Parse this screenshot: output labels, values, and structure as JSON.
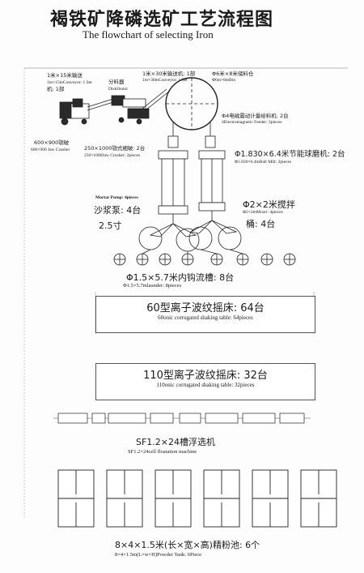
{
  "title": {
    "zh": "褐铁矿降磷选矿工艺流程图",
    "en": "The  flowchart of selecting Iron"
  },
  "conveyor15": {
    "zh1": "1米×15米输送",
    "en": "1m×15mConveyor: 1 Set",
    "zh2": "机: 1部"
  },
  "distributor": {
    "zh": "分料器",
    "en": "Distributor"
  },
  "conveyor30": {
    "zh": "1米×30米输送机: 1部",
    "en": "1m×30mConveyor: 1 Set"
  },
  "bin": {
    "zh": "Φ6米×8米储料仓",
    "en": "Φ6m×8mBin"
  },
  "feeder": {
    "zh": "Φ4电磁震动计量给料机: 2台",
    "en": "4Electromagnetic Feeder: 2pieces"
  },
  "jaw_crusher": {
    "zh": "600×900颚破",
    "en": "600×900 Jaw Crusher"
  },
  "fine_jaw": {
    "zh": "250×1000颚式细破: 2台",
    "en": "250×1000Jaw Crusher: 2pieces"
  },
  "ball_mill": {
    "zh": "Φ1.830×6.4米节能球磨机: 2台",
    "en": "Φ1.830×6.4mBall Mill: 2pieces"
  },
  "mortar_pump": {
    "en": "Mortar Pump: 4pieces",
    "zh1": "沙浆泵: 4台",
    "zh2": "2.5寸"
  },
  "mixer": {
    "zh1": "Φ2×2米搅拌",
    "en": "Φ2×2mMixer: 4pieces",
    "zh2": "桶: 4台"
  },
  "launder": {
    "zh": "Φ1.5×5.7米内钩流槽: 8台",
    "en": "Φ1.5×5.7mlaunder: 8pieces"
  },
  "table60": {
    "zh": "60型离子波纹摇床: 64台",
    "en": "60onic corrugated shaking table: 64pieces"
  },
  "table110": {
    "zh": "110型离子波纹摇床: 32台",
    "en": "110onic corrugated shaking table: 32pieces"
  },
  "flotation": {
    "zh": "SF1.2×24槽浮选机",
    "en": "SF1.2×24cell floatation machine"
  },
  "powder_tank": {
    "zh": "8×4×1.5米(长×宽×高)精粉池: 6个",
    "en": "8×4×1.5m(L×w×H)Powder Tank: 6Piece"
  }
}
